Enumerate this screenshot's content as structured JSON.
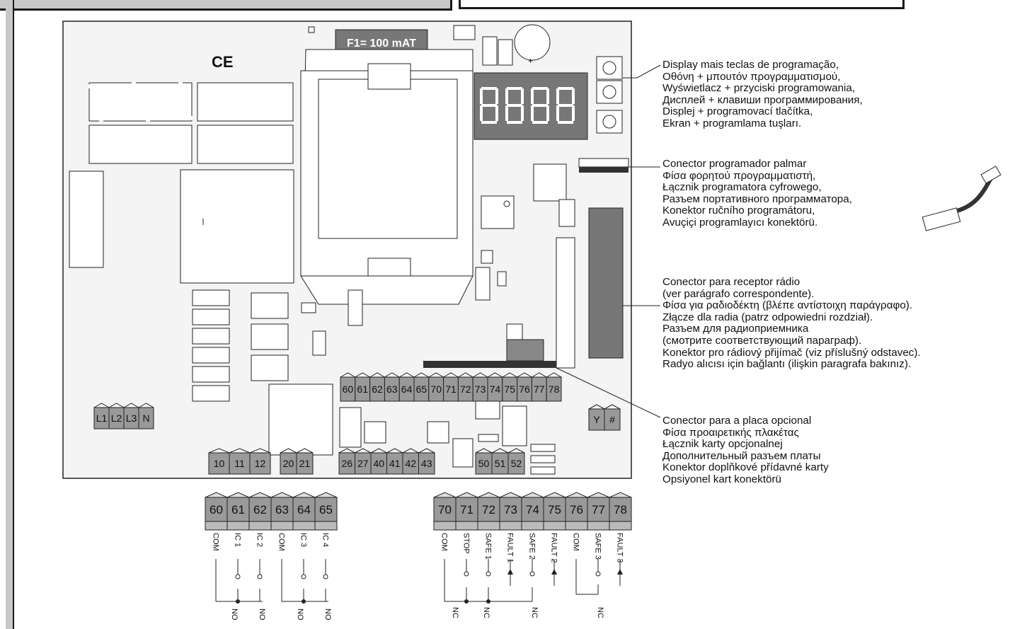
{
  "board": {
    "fuse_label": "F1= 100 mAT",
    "ce_mark": "CE",
    "display_digits": "8888",
    "battery_symbol": "+"
  },
  "terminals": {
    "row_top": [
      "60",
      "61",
      "62",
      "63",
      "64",
      "65",
      "70",
      "71",
      "72",
      "73",
      "74",
      "75",
      "76",
      "77",
      "78"
    ],
    "power": [
      "L1",
      "L2",
      "L3",
      "N"
    ],
    "yhash": [
      "Y",
      "#"
    ],
    "bottom_a": [
      "10",
      "11",
      "12"
    ],
    "bottom_b": [
      "20",
      "21"
    ],
    "bottom_c": [
      "26",
      "27",
      "40",
      "41",
      "42",
      "43"
    ],
    "bottom_d": [
      "50",
      "51",
      "52"
    ]
  },
  "wiring_left": {
    "blocks": [
      "60",
      "61",
      "62",
      "63",
      "64",
      "65"
    ],
    "signals": [
      "COM",
      "IC 1",
      "IC 2",
      "COM",
      "IC 3",
      "IC 4"
    ],
    "contact_labels": [
      "NO",
      "NO",
      "NO",
      "NO"
    ]
  },
  "wiring_right": {
    "blocks": [
      "70",
      "71",
      "72",
      "73",
      "74",
      "75",
      "76",
      "77",
      "78"
    ],
    "signals": [
      "COM",
      "STOP",
      "SAFE 1",
      "FAULT 1",
      "SAFE 2",
      "FAULT 2",
      "COM",
      "SAFE 3",
      "FAULT 3"
    ],
    "contact_labels": [
      "NC",
      "NC",
      "NC",
      "NC"
    ]
  },
  "callouts": {
    "display": [
      "Display mais teclas de programação,",
      "Οθόνη + μπουτόν προγραμματισμού,",
      "Wyświetlacz + przyciski programowania,",
      "Дисплей + клавиши программирования,",
      "Displej + programovací tlačítka,",
      "Ekran + programlama tuşları."
    ],
    "programmer": [
      "Conector programador palmar",
      "Φίσα φορητού προγραμματιστή,",
      "Łącznik programatora cyfrowego,",
      "Разъем портативного программатора,",
      "Konektor ručního programátoru,",
      "Avuçiçi programlayıcı konektörü."
    ],
    "radio": [
      "Conector para receptor rádio",
      "(ver parágrafo correspondente).",
      "Φίσα για ραδιοδέκτη (βλέπε αντίστοιχη παράγραφο).",
      "Złącze dla radia (patrz odpowiedni rozdział).",
      "Разъем для радиоприемника",
      "(смотрите соответствующий параграф).",
      "Konektor pro rádiový přijímač (viz příslušný odstavec).",
      "Radyo alıcısı için bağlantı (ilişkin paragrafa bakınız)."
    ],
    "option_card": [
      "Conector para a placa opcional",
      "Φίσα προαιρετικής πλακέτας",
      "Łącznik karty opcjonalnej",
      "Дополнительный разъем платы",
      "Konektor doplňkové přídavné karty",
      "Opsiyonel kart konektörü"
    ]
  }
}
